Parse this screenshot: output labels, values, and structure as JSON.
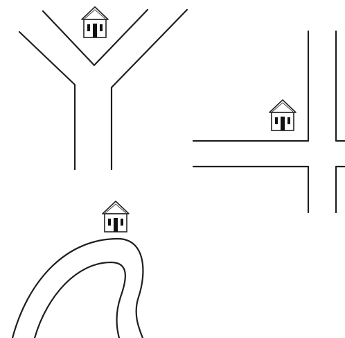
{
  "scene": {
    "background_color": "#ffffff",
    "line_color": "#1f1f1f",
    "panels": [
      {
        "id": "y-junction",
        "road_type": "y-junction",
        "house_icon": "house-icon"
      },
      {
        "id": "crossroads",
        "road_type": "crossroads",
        "house_icon": "house-icon"
      },
      {
        "id": "curved-road",
        "road_type": "curved-road",
        "house_icon": "house-icon"
      }
    ]
  }
}
